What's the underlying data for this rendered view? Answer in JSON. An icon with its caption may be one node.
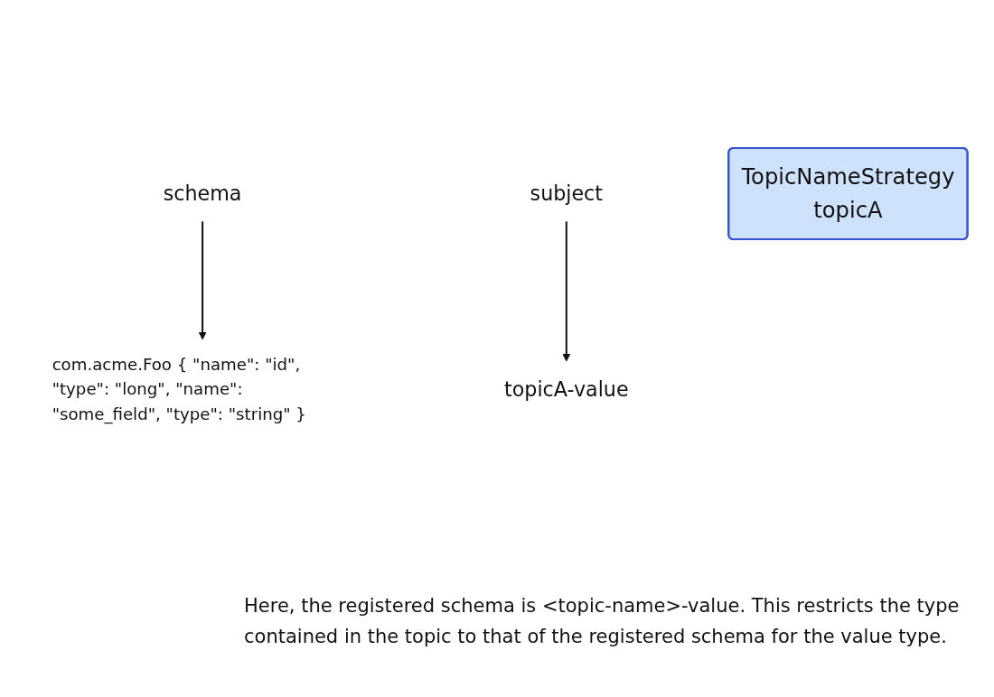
{
  "diagram": {
    "nodes": [
      {
        "text": [
          "TopicNameStrategy",
          "topicA"
        ]
      },
      {
        "text": [
          "subject"
        ]
      },
      {
        "text": [
          "schema"
        ]
      },
      {
        "text": [
          "topicA-value"
        ]
      },
      {
        "text": [
          "com.acme.Foo { \"name\": \"id\", \"type\": \"long\", \"name\": \"some_field\", \"type\": \"string\" }"
        ]
      }
    ],
    "edges": [
      {
        "from": 1,
        "to": 3,
        "arrow": "to"
      },
      {
        "from": 2,
        "to": 4,
        "arrow": "to"
      }
    ],
    "labels": [
      "Here, the registered schema is <topic-name>-value. This restricts the type contained in the topic to that of the registered schema for the value type."
    ]
  }
}
